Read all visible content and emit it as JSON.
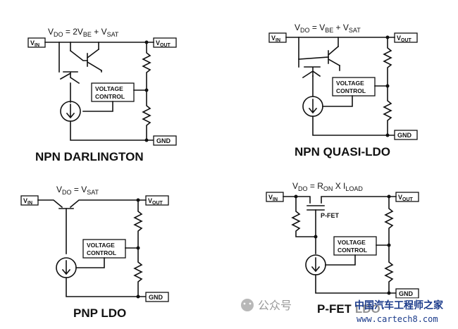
{
  "circuits": [
    {
      "title": "NPN DARLINGTON",
      "eq_main": "V",
      "eq_sub1": "DO",
      "eq_rest1": " = 2V",
      "eq_sub2": "BE",
      "eq_rest2": " + V",
      "eq_sub3": "SAT",
      "vin": "V",
      "vin_sub": "IN",
      "vout": "V",
      "vout_sub": "OUT",
      "gnd": "GND",
      "control_line1": "VOLTAGE",
      "control_line2": "CONTROL"
    },
    {
      "title": "NPN QUASI-LDO",
      "eq_main": "V",
      "eq_sub1": "DO",
      "eq_rest1": " = V",
      "eq_sub2": "BE",
      "eq_rest2": " + V",
      "eq_sub3": "SAT",
      "vin": "V",
      "vin_sub": "IN",
      "vout": "V",
      "vout_sub": "OUT",
      "gnd": "GND",
      "control_line1": "VOLTAGE",
      "control_line2": "CONTROL"
    },
    {
      "title": "PNP LDO",
      "eq_main": "V",
      "eq_sub1": "DO",
      "eq_rest1": " = V",
      "eq_sub2": "SAT",
      "vin": "V",
      "vin_sub": "IN",
      "vout": "V",
      "vout_sub": "OUT",
      "gnd": "GND",
      "control_line1": "VOLTAGE",
      "control_line2": "CONTROL"
    },
    {
      "title": "P-FET LDO",
      "eq_main": "V",
      "eq_sub1": "DO",
      "eq_rest1": " = R",
      "eq_sub2": "ON",
      "eq_rest2": " X I",
      "eq_sub3": "LOAD",
      "vin": "V",
      "vin_sub": "IN",
      "vout": "V",
      "vout_sub": "OUT",
      "gnd": "GND",
      "control_line1": "VOLTAGE",
      "control_line2": "CONTROL",
      "fet_label": "P-FET"
    }
  ],
  "watermark": {
    "text": "公众号",
    "brand_cn": "中国汽车工程师之家",
    "url": "www.cartech8.com"
  }
}
